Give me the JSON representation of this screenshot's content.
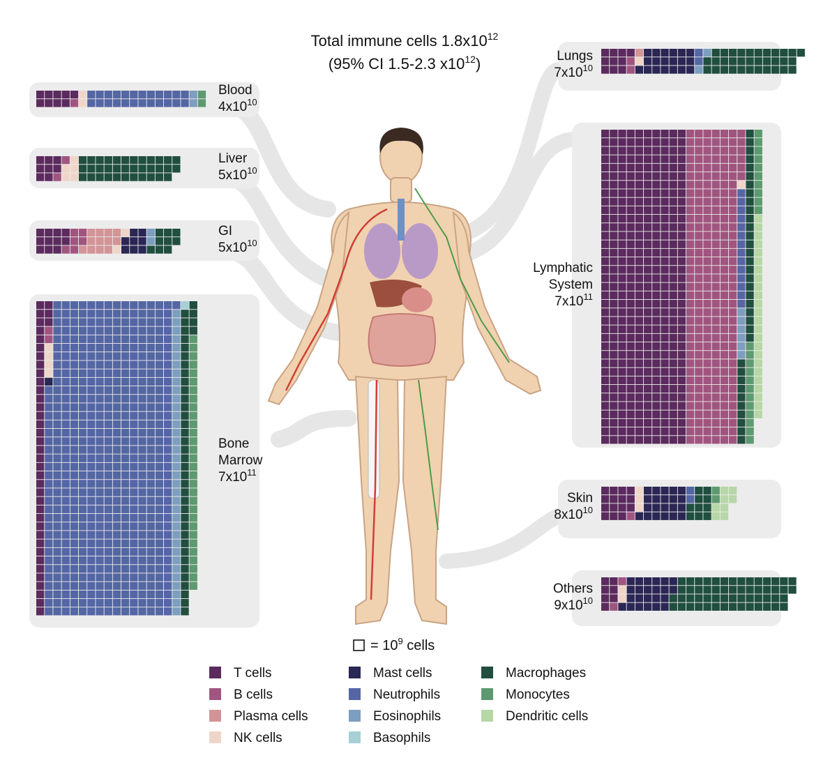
{
  "title": {
    "line1": "Total immune cells 1.8x10",
    "line1_exp": "12",
    "line2": "(95% CI 1.5-2.3 x10",
    "line2_exp": "12",
    "line2_end": ")"
  },
  "scale_note": {
    "text": "= 10",
    "exp": "9",
    "suffix": " cells"
  },
  "colors": {
    "t_cells": "#5b2a5e",
    "b_cells": "#a0557f",
    "plasma_cells": "#d39497",
    "nk_cells": "#efd5c9",
    "mast_cells": "#2a2754",
    "neutrophils": "#5466a3",
    "eosinophils": "#7c9ebf",
    "basophils": "#a6cfd6",
    "macrophages": "#204e3f",
    "monocytes": "#5e9970",
    "dendritic_cells": "#b7d7a6",
    "panel_bg": "#ececec",
    "connector": "#e6e6e6"
  },
  "legend": [
    {
      "key": "t_cells",
      "label": "T cells"
    },
    {
      "key": "b_cells",
      "label": "B cells"
    },
    {
      "key": "plasma_cells",
      "label": "Plasma cells"
    },
    {
      "key": "nk_cells",
      "label": "NK cells"
    },
    {
      "key": "mast_cells",
      "label": "Mast cells"
    },
    {
      "key": "neutrophils",
      "label": "Neutrophils"
    },
    {
      "key": "eosinophils",
      "label": "Eosinophils"
    },
    {
      "key": "basophils",
      "label": "Basophils"
    },
    {
      "key": "macrophages",
      "label": "Macrophages"
    },
    {
      "key": "monocytes",
      "label": "Monocytes"
    },
    {
      "key": "dendritic_cells",
      "label": "Dendritic cells"
    }
  ],
  "tissues": [
    {
      "id": "blood",
      "name_lines": [
        "Blood"
      ],
      "base": "4x10",
      "exp": "10",
      "value_cells": 40,
      "composition": {
        "t_cells": 9,
        "b_cells": 1,
        "nk_cells": 2,
        "neutrophils": 24,
        "eosinophils": 2,
        "monocytes": 2
      }
    },
    {
      "id": "liver",
      "name_lines": [
        "Liver"
      ],
      "base": "5x10",
      "exp": "10",
      "value_cells": 50,
      "composition": {
        "t_cells": 8,
        "b_cells": 2,
        "nk_cells": 5,
        "macrophages": 35
      }
    },
    {
      "id": "gi",
      "name_lines": [
        "GI"
      ],
      "base": "5x10",
      "exp": "10",
      "value_cells": 50,
      "composition": {
        "t_cells": 11,
        "b_cells": 6,
        "plasma_cells": 12,
        "nk_cells": 2,
        "mast_cells": 8,
        "eosinophils": 2,
        "macrophages": 9
      }
    },
    {
      "id": "bone_marrow",
      "name_lines": [
        "Bone",
        "Marrow"
      ],
      "base": "7x10",
      "exp": "11",
      "value_cells": 700,
      "composition": {
        "t_cells": 40,
        "b_cells": 2,
        "nk_cells": 4,
        "mast_cells": 1,
        "neutrophils": 546,
        "eosinophils": 36,
        "basophils": 1,
        "macrophages": 40,
        "monocytes": 30
      }
    },
    {
      "id": "lungs",
      "name_lines": [
        "Lungs"
      ],
      "base": "7x10",
      "exp": "10",
      "value_cells": 70,
      "composition": {
        "t_cells": 10,
        "b_cells": 2,
        "plasma_cells": 1,
        "nk_cells": 1,
        "mast_cells": 19,
        "neutrophils": 2,
        "eosinophils": 2,
        "macrophages": 33
      }
    },
    {
      "id": "lymphatic",
      "name_lines": [
        "Lymphatic",
        "System"
      ],
      "base": "7x10",
      "exp": "11",
      "value_cells": 700,
      "composition": {
        "t_cells": 370,
        "b_cells": 228,
        "nk_cells": 1,
        "neutrophils": 14,
        "eosinophils": 6,
        "macrophages": 35,
        "monocytes": 22,
        "dendritic_cells": 24
      }
    },
    {
      "id": "skin",
      "name_lines": [
        "Skin"
      ],
      "base": "8x10",
      "exp": "10",
      "value_cells": 80,
      "composition": {
        "t_cells": 15,
        "b_cells": 1,
        "nk_cells": 3,
        "mast_cells": 21,
        "neutrophils": 2,
        "macrophages": 10,
        "monocytes": 2,
        "dendritic_cells": 8
      }
    },
    {
      "id": "others",
      "name_lines": [
        "Others"
      ],
      "base": "9x10",
      "exp": "10",
      "value_cells": 90,
      "composition": {
        "t_cells": 7,
        "b_cells": 2,
        "nk_cells": 2,
        "mast_cells": 23,
        "macrophages": 56
      }
    }
  ]
}
